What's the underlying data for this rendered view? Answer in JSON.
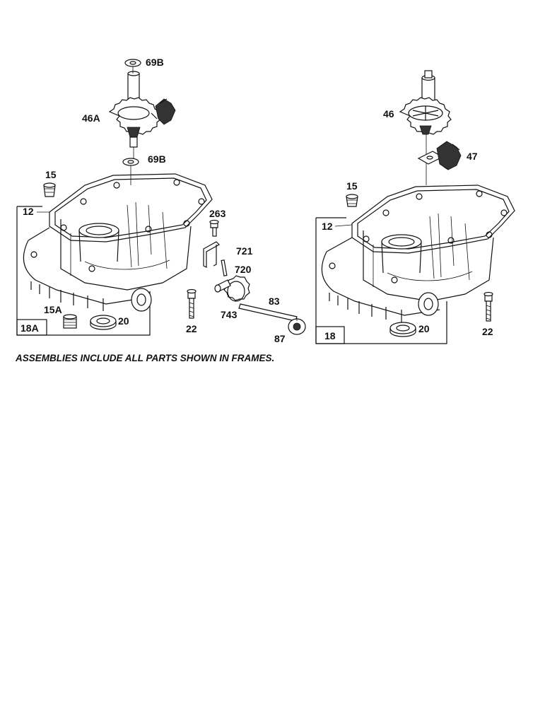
{
  "left_assembly": {
    "labels": {
      "p69b_top": "69B",
      "p46a": "46A",
      "p69b_bottom": "69B",
      "p15": "15",
      "p12": "12",
      "p263": "263",
      "p721": "721",
      "p720": "720",
      "p83": "83",
      "p743": "743",
      "p87": "87",
      "p22": "22",
      "p15a": "15A",
      "p20": "20"
    },
    "frame_label": "18A"
  },
  "right_assembly": {
    "labels": {
      "p46": "46",
      "p47": "47",
      "p15": "15",
      "p12": "12",
      "p20": "20",
      "p22": "22"
    },
    "frame_label": "18"
  },
  "footnote": "ASSEMBLIES INCLUDE ALL PARTS SHOWN IN FRAMES."
}
